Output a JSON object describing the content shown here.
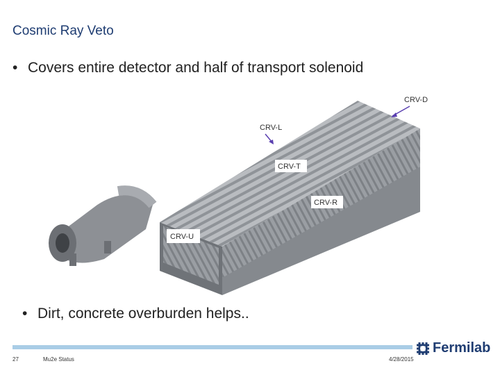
{
  "slide": {
    "title": "Cosmic Ray Veto",
    "bullets": [
      "Covers entire detector and half of transport solenoid",
      "Dirt, concrete overburden helps.."
    ],
    "bullet_marker": "•"
  },
  "figure": {
    "labels": {
      "crv_d": "CRV-D",
      "crv_l": "CRV-L",
      "crv_t": "CRV-T",
      "crv_r": "CRV-R",
      "crv_u": "CRV-U"
    },
    "arrow_color": "#5a3fb0"
  },
  "footer": {
    "page_number": "27",
    "center_text": "Mu2e Status",
    "date": "4/28/2015",
    "logo_text": "Fermilab",
    "bar_color": "#a9cde6",
    "brand_color": "#1f3d72"
  }
}
